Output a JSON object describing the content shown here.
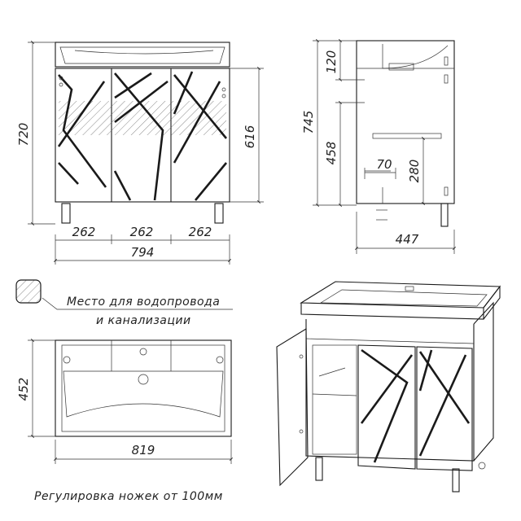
{
  "front_view": {
    "height_total": "720",
    "height_body": "616",
    "door_width_1": "262",
    "door_width_2": "262",
    "door_width_3": "262",
    "width_total": "794"
  },
  "side_view": {
    "height_total": "745",
    "basin_depth": "120",
    "shelf_height": "458",
    "pipe_offset": "70",
    "pipe_height": "280",
    "depth": "447"
  },
  "top_view": {
    "depth": "452",
    "width": "819"
  },
  "legend": {
    "line_1": "Место для водопровода",
    "line_2": "и канализации"
  },
  "footer": {
    "text": "Регулировка ножек от 100мм"
  }
}
